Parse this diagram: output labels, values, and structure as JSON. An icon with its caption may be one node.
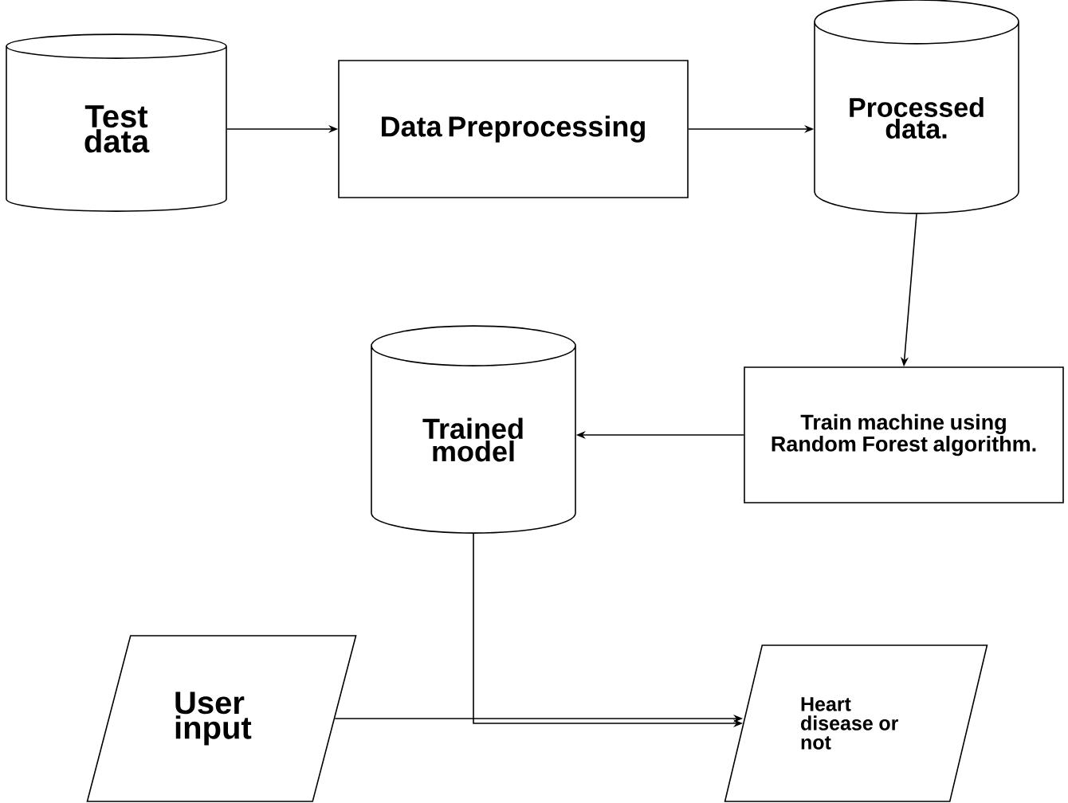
{
  "diagram": {
    "nodes": [
      {
        "text": [
          "Test data"
        ]
      },
      {
        "text": [
          "Data Preprocessing"
        ]
      },
      {
        "text": [
          "Processed data."
        ]
      },
      {
        "text": [
          "Train machine using Random Forest algorithm."
        ]
      },
      {
        "text": [
          "Trained model"
        ]
      },
      {
        "text": [
          "User input"
        ]
      },
      {
        "text": [
          "Heart disease or not"
        ]
      }
    ],
    "edges": [
      {
        "from": 0,
        "to": 1,
        "arrow": "to"
      },
      {
        "from": 1,
        "to": 2,
        "arrow": "to"
      },
      {
        "from": 2,
        "to": 3,
        "arrow": "to"
      },
      {
        "from": 3,
        "to": 4,
        "arrow": "to"
      },
      {
        "from": 4,
        "to": 6,
        "arrow": "to"
      },
      {
        "from": 5,
        "to": 6,
        "arrow": "to"
      }
    ]
  }
}
